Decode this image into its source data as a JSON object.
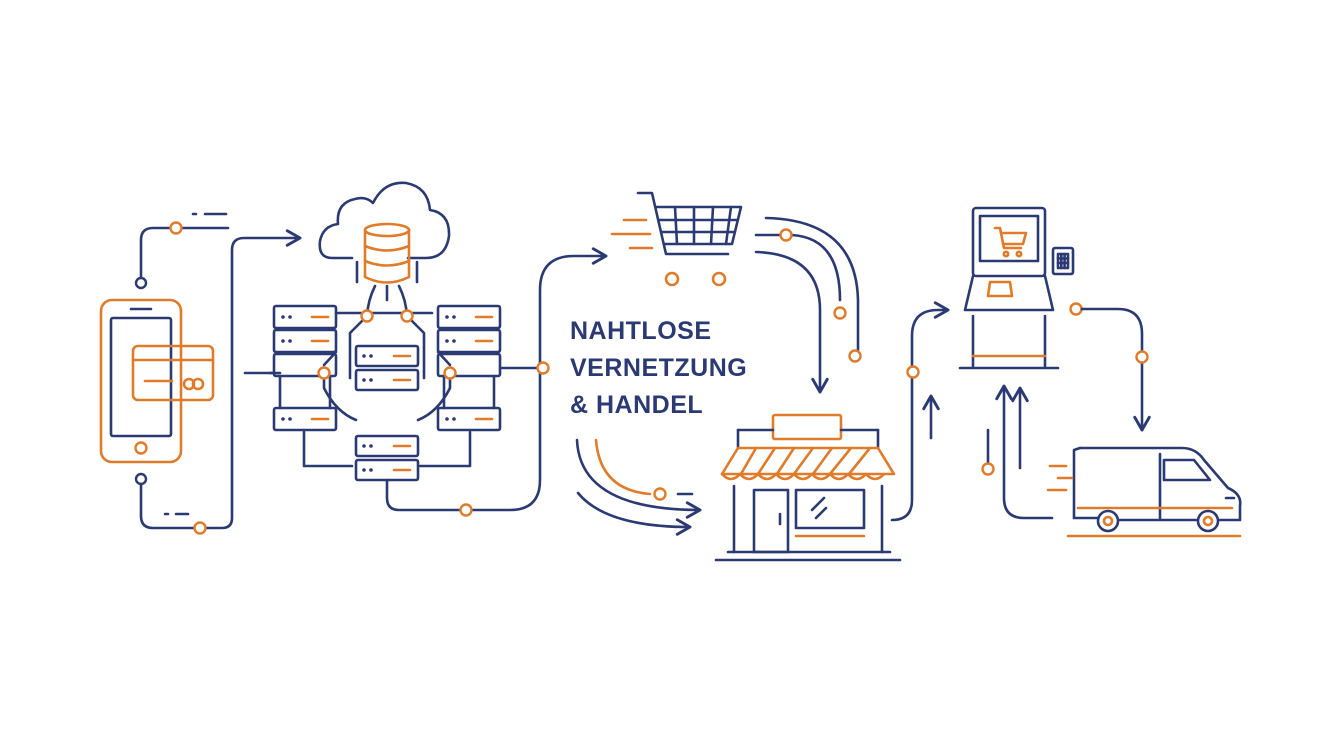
{
  "headline": {
    "line1": "NAHTLOSE",
    "line2": "VERNETZUNG",
    "line3": "& HANDEL"
  },
  "colors": {
    "primary": "#2b3a72",
    "accent": "#e07b2a",
    "background": "#ffffff"
  },
  "icons": [
    "smartphone-payment-icon",
    "cloud-database-icon",
    "server-network-icon",
    "shopping-cart-icon",
    "storefront-icon",
    "self-service-kiosk-icon",
    "delivery-van-icon"
  ]
}
